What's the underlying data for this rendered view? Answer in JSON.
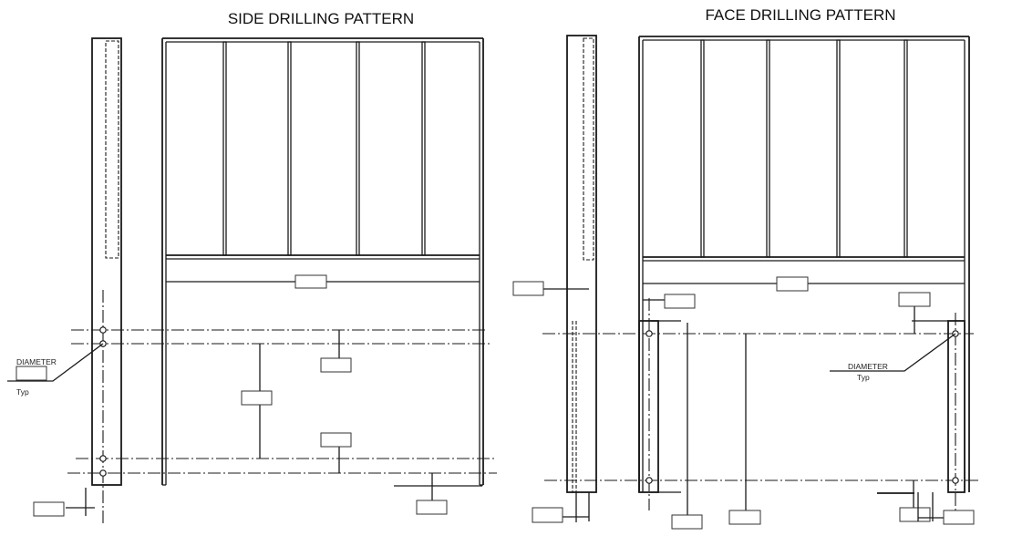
{
  "side": {
    "title": "SIDE DRILLING PATTERN",
    "diameter_label": "DIAMETER",
    "typ_label": "Typ"
  },
  "face": {
    "title": "FACE DRILLING PATTERN",
    "diameter_label": "DIAMETER",
    "typ_label": "Typ"
  }
}
